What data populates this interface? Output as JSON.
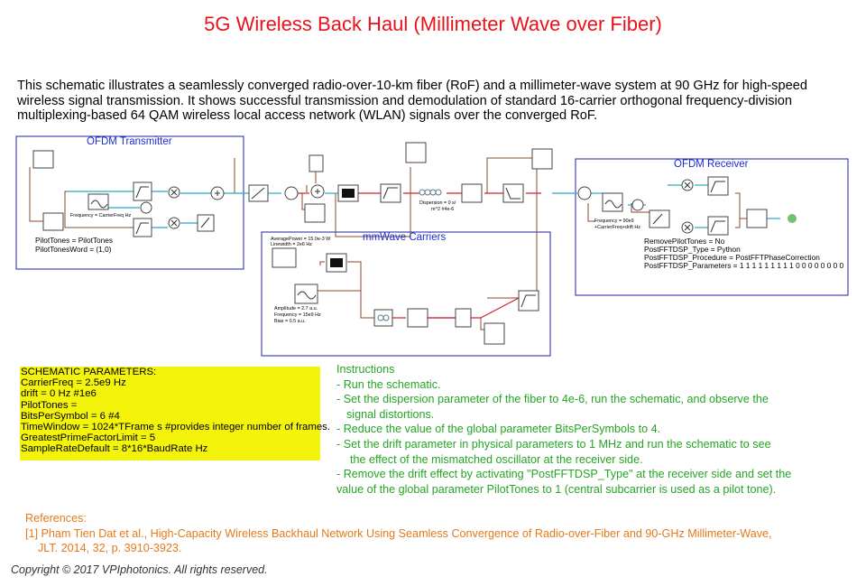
{
  "title": "5G Wireless Back Haul (Millimeter Wave over Fiber)",
  "description": "This schematic illustrates a seamlessly converged radio-over-10-km fiber (RoF) and a millimeter-wave system at 90 GHz for high-speed wireless signal transmission. It shows successful transmission and demodulation of standard 16-carrier orthogonal frequency-division multiplexing-based 64 QAM wireless local access network (WLAN) signals over the converged RoF.",
  "ofdm_tx": {
    "title": "OFDM Transmitter",
    "freq_label": "Frequency = CarrierFreq Hz",
    "param1": "PilotTones = PilotTones",
    "param2": "PilotTonesWord = (1,0)"
  },
  "fiber": {
    "disp1": "Dispersion = 0 s/",
    "disp2": "m^2 #4e-6"
  },
  "mmwave": {
    "title": "mmWave Carriers",
    "laser1": "AveragePower = 15.0e-3 W",
    "laser2": "Linewidth = 2e6 Hz",
    "osc1": "Amplitude = 2.7 a.u.",
    "osc2": "Frequency = 15e9 Hz",
    "osc3": "Bias = 0.5 a.u."
  },
  "ofdm_rx": {
    "title": "OFDM Receiver",
    "freq1": "Frequency = 90e9",
    "freq2": "+CarrierFreq+drift Hz",
    "p1": "RemovePilotTones = No",
    "p2": "PostFFTDSP_Type = Python",
    "p3": "PostFFTDSP_Procedure = PostFFTPhaseCorrection",
    "p4": "PostFFTDSP_Parameters = 1 1 1 1 1 1 1 1 1 0 0 0 0 0 0 0 0"
  },
  "params": {
    "l1": "SCHEMATIC PARAMETERS:",
    "l2": "CarrierFreq = 2.5e9 Hz",
    "l3": "drift = 0 Hz #1e6",
    "l4": "PilotTones =",
    "l5": "BitsPerSymbol = 6 #4",
    "l6": "TimeWindow = 1024*TFrame s #provides integer number of frames.",
    "l7": "GreatestPrimeFactorLimit = 5",
    "l8": "SampleRateDefault = 8*16*BaudRate Hz"
  },
  "instructions": {
    "heading": "Instructions",
    "l1": "- Run the schematic.",
    "l2": "- Set the dispersion parameter of the fiber to 4e-6, run the schematic, and observe the",
    "l3": "signal distortions.",
    "l4": "-  Reduce the value of the global parameter BitsPerSymbols to 4.",
    "l5": "- Set the drift parameter in physical parameters to 1 MHz and run the schematic to see",
    "l6": "the effect of the mismatched oscillator at the receiver side.",
    "l7": "- Remove the drift effect by activating \"PostFFTDSP_Type\" at the receiver side and set the",
    "l8": "value of the global parameter PilotTones to 1 (central subcarrier is used as a pilot tone)."
  },
  "references": {
    "heading": "References:",
    "l1": "[1] Pham Tien Dat et al., High-Capacity Wireless Backhaul Network Using Seamless Convergence of Radio-over-Fiber and 90-GHz Millimeter-Wave,",
    "l2": "JLT. 2014, 32, p. 3910-3923."
  },
  "copyright": "Copyright © 2017 VPIphotonics. All rights reserved.",
  "colors": {
    "title": "#e8121b",
    "box_border": "#1f1fa8",
    "box_title": "#1c2bd9",
    "instructions": "#25a425",
    "references": "#e47a1a",
    "params_bg": "#f3f30c",
    "wire_electrical": "#2aa7c9",
    "wire_optical": "#d4202a",
    "wire_generic": "#8a4a2a"
  }
}
